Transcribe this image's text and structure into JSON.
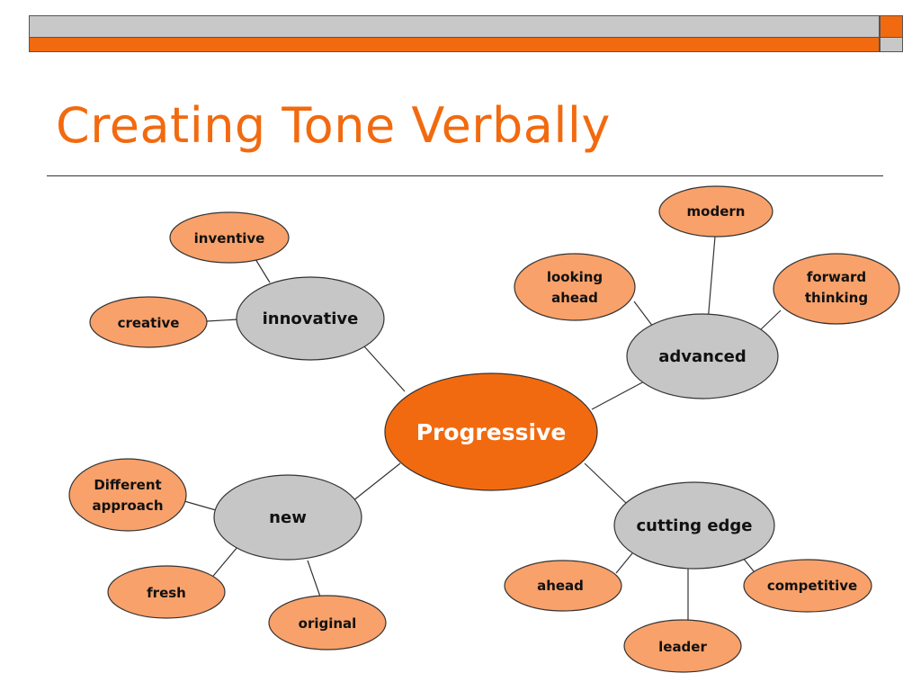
{
  "slide": {
    "title": "Creating Tone Verbally"
  },
  "diagram": {
    "center": {
      "label": "Progressive"
    },
    "hubs": {
      "innovative": {
        "label": "innovative",
        "leaves": {
          "inventive": "inventive",
          "creative": "creative"
        }
      },
      "advanced": {
        "label": "advanced",
        "leaves": {
          "modern": "modern",
          "looking_ahead": [
            "looking",
            "ahead"
          ],
          "forward_thinking": [
            "forward",
            "thinking"
          ]
        }
      },
      "new": {
        "label": "new",
        "leaves": {
          "different_approach": [
            "Different",
            "approach"
          ],
          "fresh": "fresh",
          "original": "original"
        }
      },
      "cutting_edge": {
        "label": "cutting edge",
        "leaves": {
          "ahead": "ahead",
          "leader": "leader",
          "competitive": "competitive"
        }
      }
    }
  },
  "colors": {
    "accent_orange": "#f26a0f",
    "leaf_fill": "#f8a16a",
    "hub_fill": "#c6c6c6",
    "bar_gray": "#c8c8c8"
  }
}
